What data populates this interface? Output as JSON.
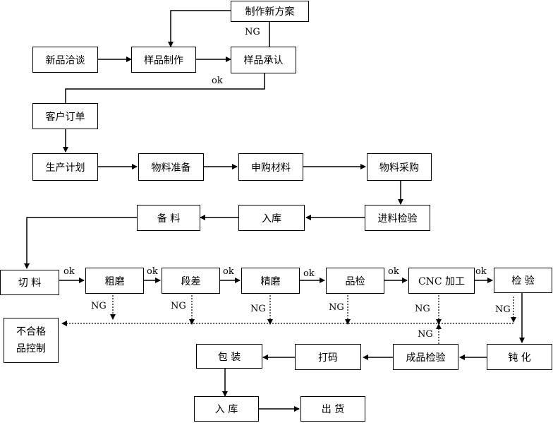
{
  "nodes": {
    "new_plan": "制作新方案",
    "negotiation": "新品洽谈",
    "sample_make": "样品制作",
    "sample_approve": "样品承认",
    "customer_order": "客户订单",
    "production_plan": "生产计划",
    "material_prep": "物料准备",
    "purchase_request": "申购材料",
    "material_purchase": "物料采购",
    "incoming_inspection": "进料检验",
    "warehousing_1": "入库",
    "prepare_material": "备 料",
    "cutting": "切 料",
    "rough_grind": "粗磨",
    "step": "段差",
    "fine_grind": "精磨",
    "quality_check": "品检",
    "cnc": "CNC 加工",
    "inspection": "检 验",
    "passivation": "钝 化",
    "final_inspection": "成品检验",
    "marking": "打码",
    "packing": "包 装",
    "warehousing_2": "入 库",
    "shipping": "出 货",
    "nonconforming": "不合格\n品控制"
  },
  "edge_labels": {
    "ng": "NG",
    "ok": "ok"
  }
}
